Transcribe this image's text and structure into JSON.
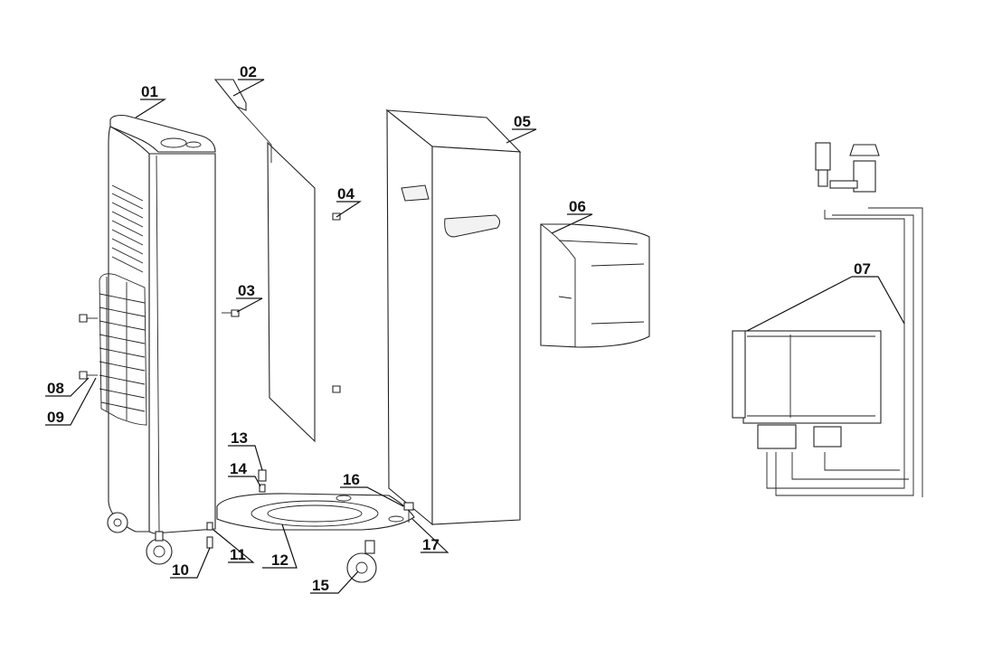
{
  "diagram": {
    "parts": [
      {
        "id": "01"
      },
      {
        "id": "02"
      },
      {
        "id": "03"
      },
      {
        "id": "04"
      },
      {
        "id": "05"
      },
      {
        "id": "06"
      },
      {
        "id": "07"
      },
      {
        "id": "08"
      },
      {
        "id": "09"
      },
      {
        "id": "10"
      },
      {
        "id": "11"
      },
      {
        "id": "12"
      },
      {
        "id": "13"
      },
      {
        "id": "14"
      },
      {
        "id": "15"
      },
      {
        "id": "16"
      },
      {
        "id": "17"
      }
    ]
  }
}
